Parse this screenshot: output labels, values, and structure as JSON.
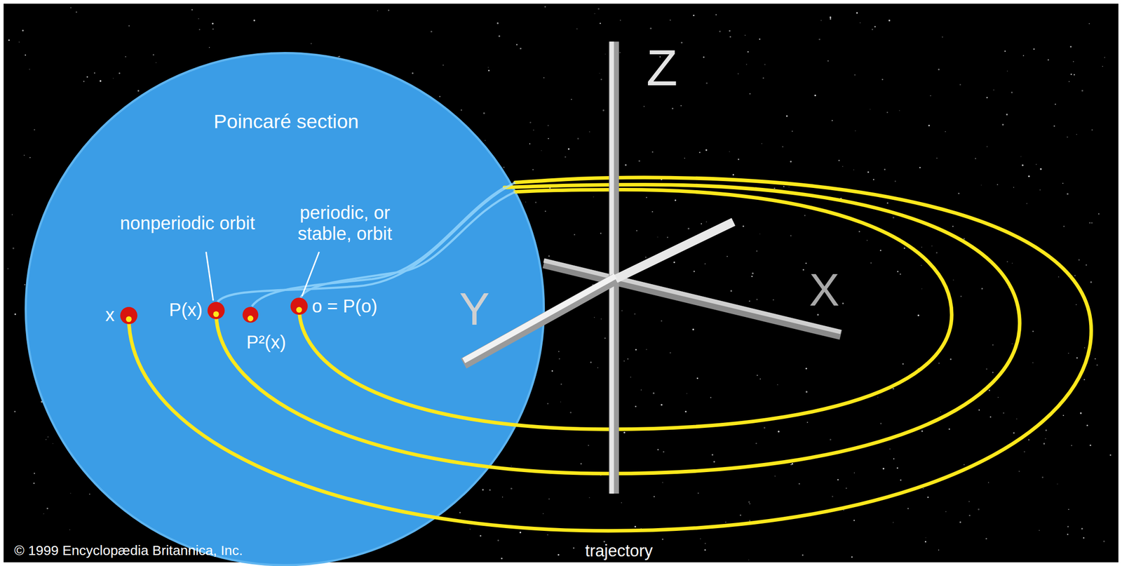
{
  "diagram": {
    "labels": [
      "Poincaré section",
      "nonperiodic orbit",
      "periodic, or stable, orbit",
      "x",
      "P(x)",
      "P²(x)",
      "o = P(o)",
      "Z",
      "Y",
      "X",
      "trajectory",
      "© 1999 Encyclopædia Britannica, Inc."
    ]
  }
}
